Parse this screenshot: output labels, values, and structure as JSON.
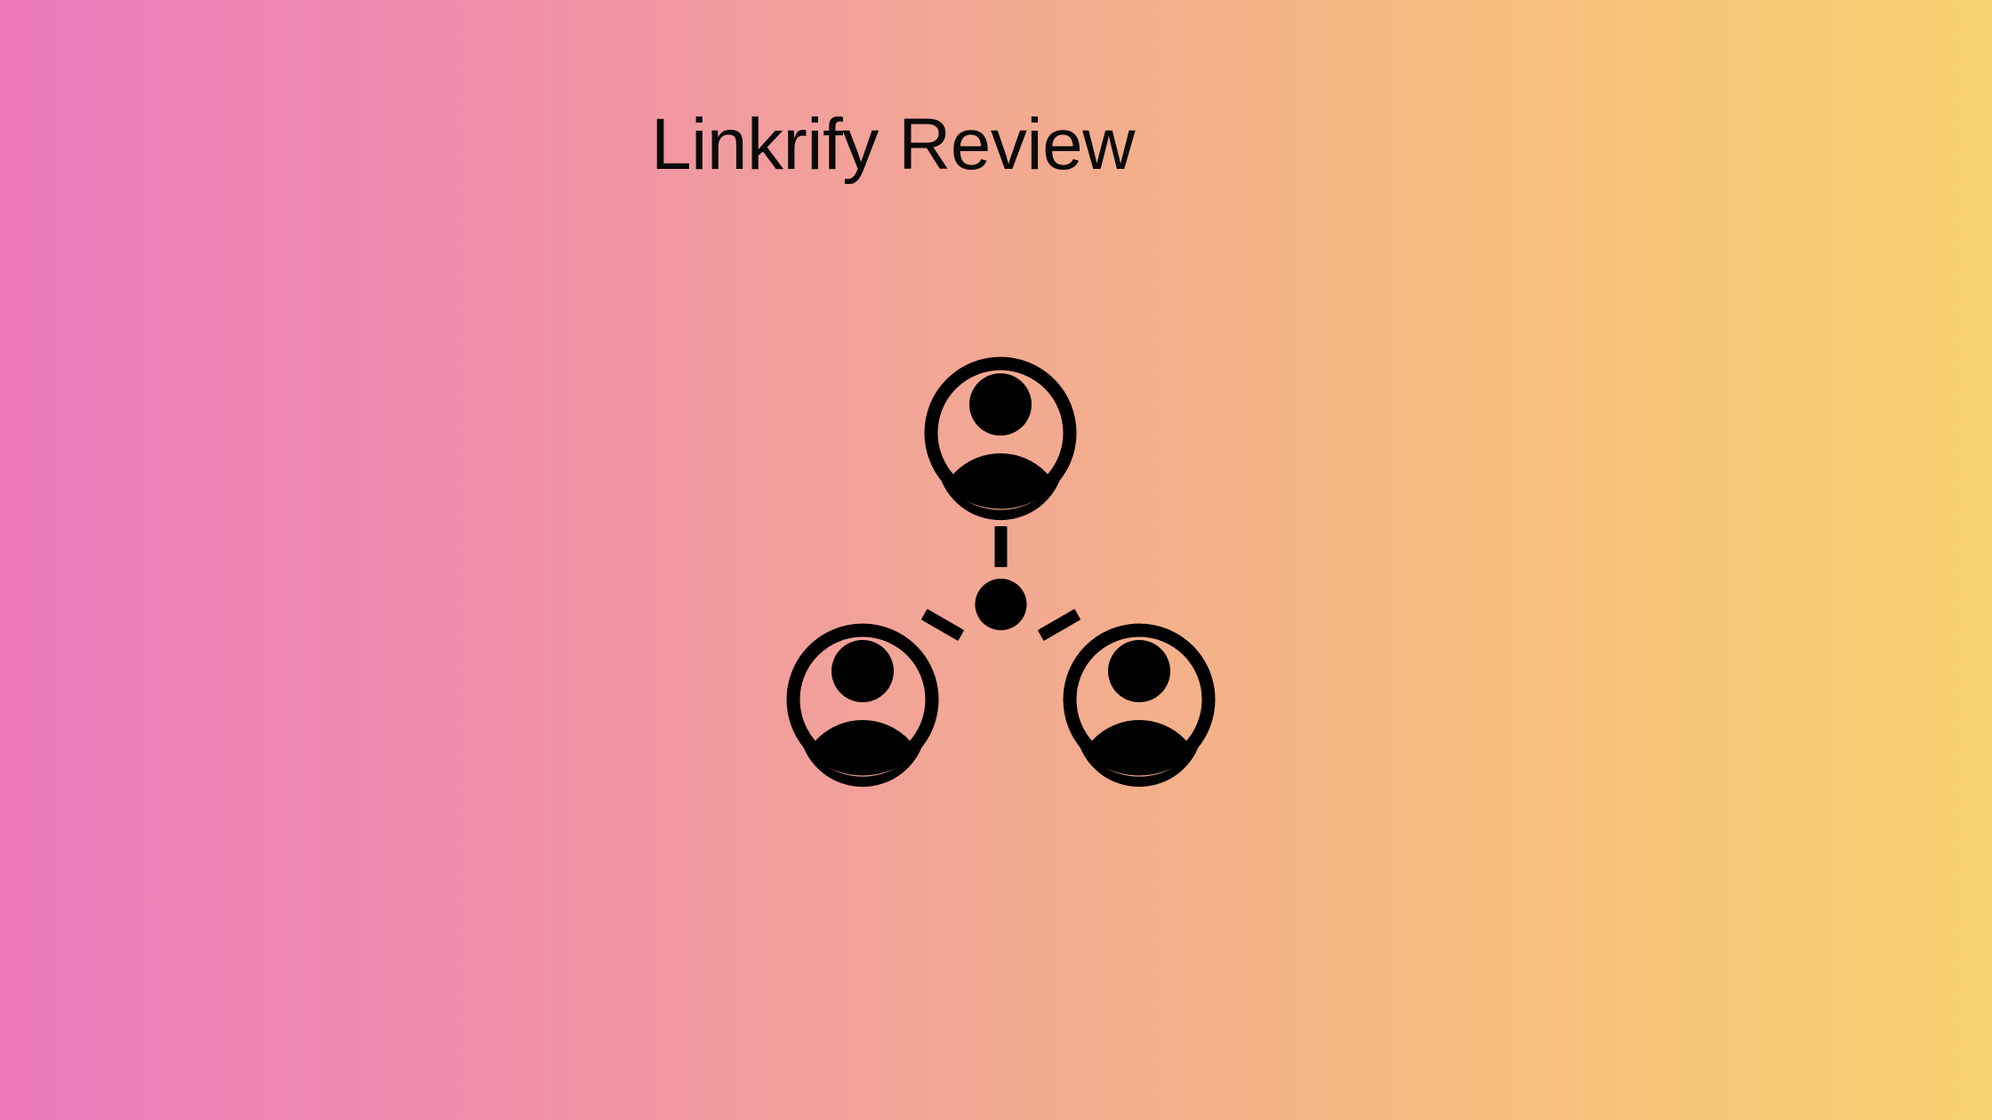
{
  "slide": {
    "title": "Linkrify Review",
    "background": {
      "type": "linear-gradient",
      "direction": "to right",
      "stops": [
        "#ec79bd",
        "#f08eab",
        "#f2a794",
        "#f5bd7e",
        "#f8d271"
      ]
    },
    "text_color": "#0a0a0a"
  },
  "graphic": {
    "name": "network-connections-icon",
    "description": "Three person avatars connected by dashed lines to a central hub dot",
    "color": "#000000",
    "nodes": [
      {
        "id": "node-top",
        "label": "person-avatar-top"
      },
      {
        "id": "node-bottom-left",
        "label": "person-avatar-bottom-left"
      },
      {
        "id": "node-bottom-right",
        "label": "person-avatar-bottom-right"
      }
    ],
    "hub": {
      "id": "hub",
      "label": "center-hub-dot"
    },
    "connectors": [
      {
        "id": "connector-top",
        "label": "dashed-link-to-top"
      },
      {
        "id": "connector-bottom-left",
        "label": "dashed-link-to-bottom-left"
      },
      {
        "id": "connector-bottom-right",
        "label": "dashed-link-to-bottom-right"
      }
    ]
  }
}
